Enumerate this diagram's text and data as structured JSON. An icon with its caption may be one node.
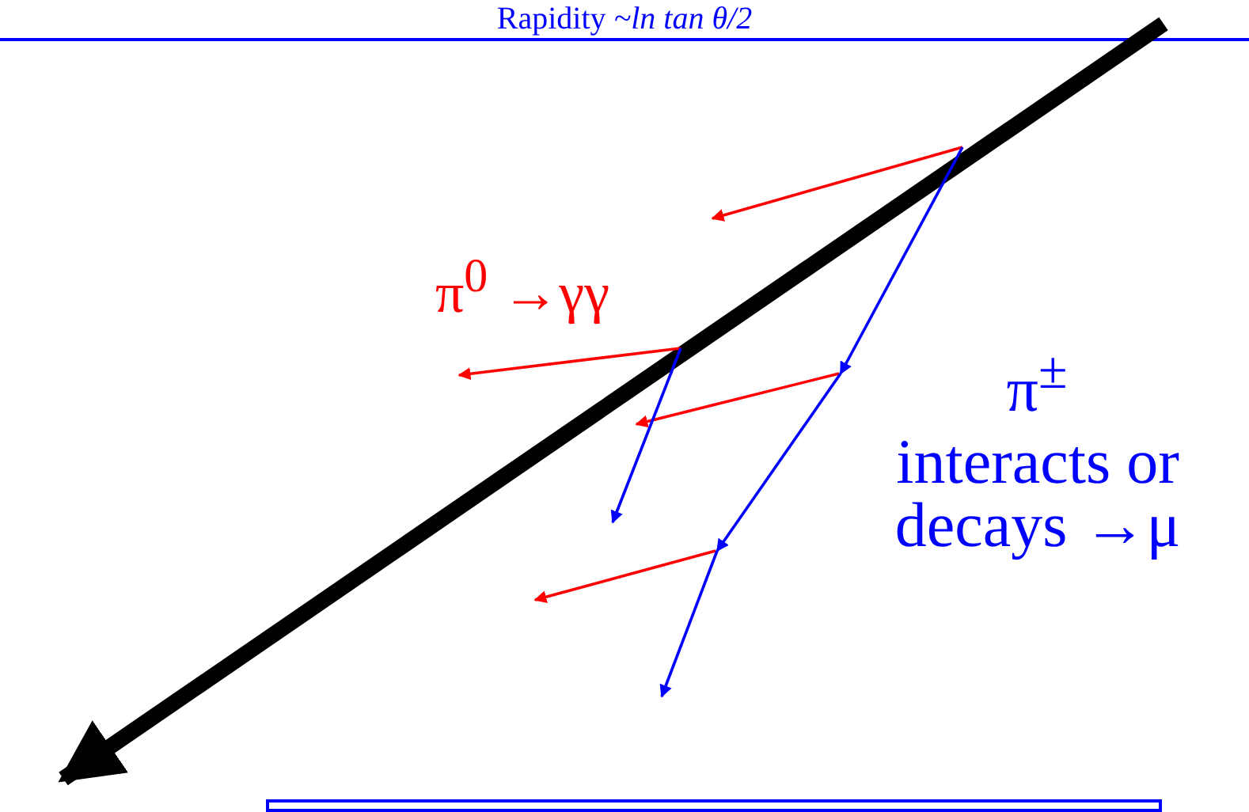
{
  "diagram": {
    "title": "Rapidity *~ln tan θ/2*",
    "nodes": [
      {
        "text": [],
        "shape": "box"
      }
    ],
    "edges": [],
    "labels": [
      "π$^{0}$ →γγ",
      "π$^{±}$",
      "interacts or decays →μ"
    ]
  }
}
